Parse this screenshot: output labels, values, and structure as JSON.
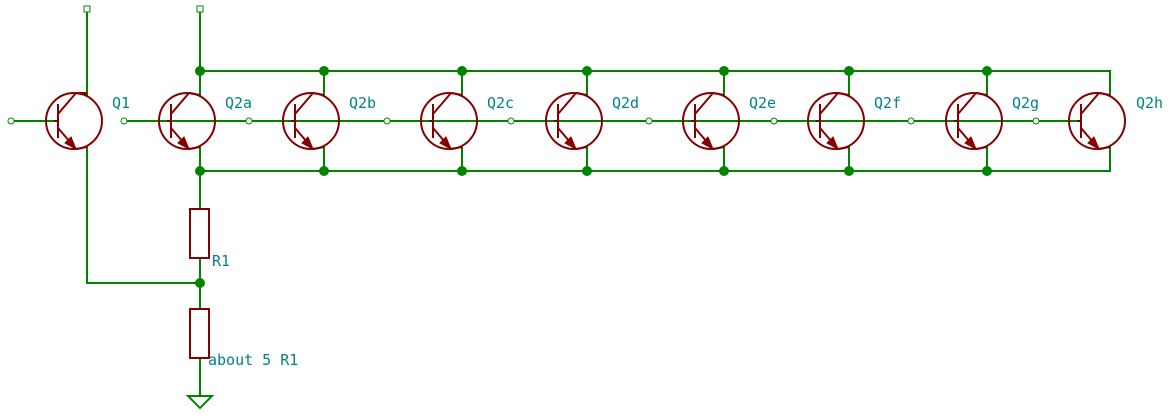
{
  "colors": {
    "wire": "#008400",
    "component": "#840000",
    "label": "#008484",
    "background": "#ffffff"
  },
  "components": {
    "q1": "Q1",
    "q2a": "Q2a",
    "q2b": "Q2b",
    "q2c": "Q2c",
    "q2d": "Q2d",
    "q2e": "Q2e",
    "q2f": "Q2f",
    "q2g": "Q2g",
    "q2h": "Q2h",
    "r1": "R1",
    "r2": "about 5 R1"
  }
}
